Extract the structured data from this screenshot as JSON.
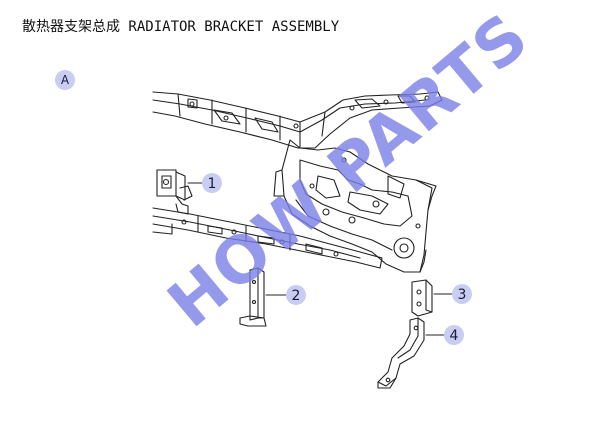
{
  "title": "散热器支架总成 RADIATOR BRACKET ASSEMBLY",
  "section_label": "A",
  "watermark": "HOW PARTS",
  "colors": {
    "callout_fill": "#c9cdf2",
    "watermark": "#7b7fe6",
    "line": "#222222"
  },
  "callouts": [
    {
      "label": "1",
      "part": "bracket-1"
    },
    {
      "label": "2",
      "part": "bracket-2"
    },
    {
      "label": "3",
      "part": "bracket-3"
    },
    {
      "label": "4",
      "part": "bracket-4"
    }
  ]
}
